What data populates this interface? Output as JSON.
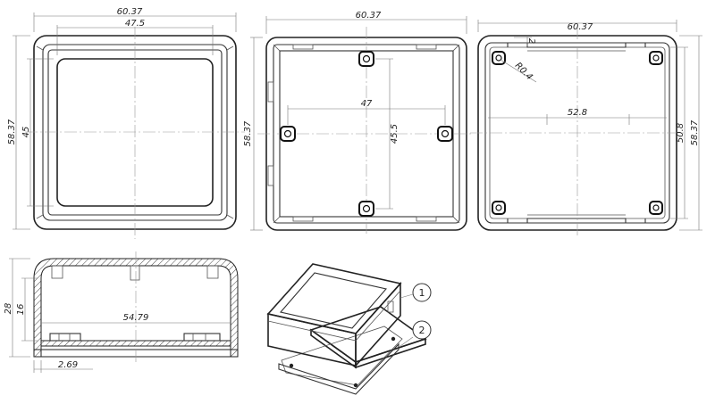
{
  "views": {
    "front": {
      "dim_width_outer": "60.37",
      "dim_width_inner": "47.5",
      "dim_height_outer": "58.37",
      "dim_height_inner": "45"
    },
    "inner": {
      "dim_width": "60.37",
      "dim_height": "58.37",
      "dim_boss_spacing_h": "47",
      "dim_boss_spacing_v": "45.5"
    },
    "base": {
      "dim_width": "60.37",
      "dim_rib_width": "52.8",
      "dim_height_inner": "50.8",
      "dim_height_outer": "58.37",
      "dim_wall": "2",
      "dim_radius": "R0.4"
    },
    "section": {
      "dim_height_total": "28",
      "dim_height_inner": "16",
      "dim_inner_width": "54.79",
      "dim_wall": "2.69"
    },
    "iso": {
      "callout_1": "1",
      "callout_2": "2"
    }
  },
  "colors": {
    "stroke": "#222222",
    "dimension": "#777777",
    "background": "#ffffff"
  }
}
